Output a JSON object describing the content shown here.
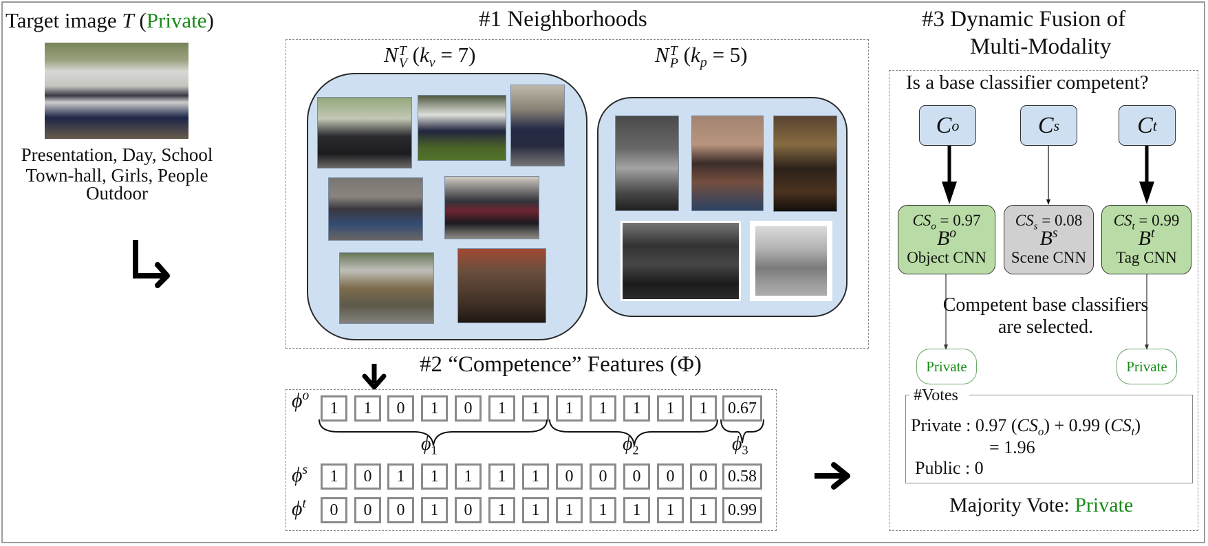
{
  "target": {
    "title_prefix": "Target image ",
    "title_var": "T",
    "title_paren_open": " (",
    "title_label": "Private",
    "title_paren_close": ")",
    "tags_line1": "Presentation, Day, School",
    "tags_line2": "Town-hall, Girls, People",
    "tags_line3": "Outdoor",
    "arrow_icon": "↳"
  },
  "neighborhoods": {
    "title": "#1 Neighborhoods",
    "visual": {
      "symbol": "N",
      "sup": "T",
      "sub": "V",
      "param": "(k",
      "param_sub": "v",
      "param_value": " = 7)"
    },
    "privacy": {
      "symbol": "N",
      "sup": "T",
      "sub": "P",
      "param": "(k",
      "param_sub": "p",
      "param_value": " = 5)"
    }
  },
  "competence": {
    "title": "#2 “Competence” Features (Φ)",
    "down_arrow": "🡇",
    "groups": [
      "φ1",
      "φ2",
      "φ3"
    ],
    "group_labels": {
      "g1": "ϕ",
      "g1_sub": "1",
      "g2": "ϕ",
      "g2_sub": "2",
      "g3": "ϕ",
      "g3_sub": "3"
    },
    "rows": [
      {
        "label": "ϕ",
        "sup": "o",
        "values": [
          "1",
          "1",
          "0",
          "1",
          "0",
          "1",
          "1",
          "1",
          "1",
          "1",
          "1",
          "1"
        ],
        "score": "0.67"
      },
      {
        "label": "ϕ",
        "sup": "s",
        "values": [
          "1",
          "0",
          "1",
          "1",
          "1",
          "1",
          "1",
          "0",
          "0",
          "0",
          "0",
          "0"
        ],
        "score": "0.58"
      },
      {
        "label": "ϕ",
        "sup": "t",
        "values": [
          "0",
          "0",
          "0",
          "1",
          "0",
          "1",
          "1",
          "1",
          "1",
          "1",
          "1",
          "1"
        ],
        "score": "0.99"
      }
    ],
    "right_arrow": "➜"
  },
  "fusion": {
    "title_line1": "#3 Dynamic Fusion of",
    "title_line2": "Multi-Modality",
    "question": "Is a base classifier competent?",
    "classifiers": [
      {
        "c": "C",
        "c_sup": "o",
        "cs": "CS",
        "cs_sub": "o",
        "cs_value": " = 0.97",
        "b": "B",
        "b_sup": "o",
        "name": "Object CNN",
        "competent": true,
        "color": "#b9dca6"
      },
      {
        "c": "C",
        "c_sup": "s",
        "cs": "CS",
        "cs_sub": "s",
        "cs_value": " = 0.08",
        "b": "B",
        "b_sup": "s",
        "name": "Scene CNN",
        "competent": false,
        "color": "#d0d0d0"
      },
      {
        "c": "C",
        "c_sup": "t",
        "cs": "CS",
        "cs_sub": "t",
        "cs_value": " = 0.99",
        "b": "B",
        "b_sup": "t",
        "name": "Tag CNN",
        "competent": true,
        "color": "#b9dca6"
      }
    ],
    "selected_line1": "Competent base classifiers",
    "selected_line2": "are selected.",
    "outputs": [
      "Private",
      "Private"
    ],
    "votes": {
      "title": "#Votes",
      "private_label": "Private : 0.97 (",
      "private_cs1": "CS",
      "private_cs1_sub": "o",
      "private_mid": ") + 0.99 (",
      "private_cs2": "CS",
      "private_cs2_sub": "t",
      "private_end": ")",
      "private_total": "= 1.96",
      "public": "Public : 0"
    },
    "majority_label": "Majority Vote: ",
    "majority_value": "Private"
  },
  "colors": {
    "private_green": "#1a8a1a",
    "neighborhood_blue": "#cddff0",
    "competent_green": "#b9dca6",
    "incompetent_gray": "#d0d0d0"
  }
}
